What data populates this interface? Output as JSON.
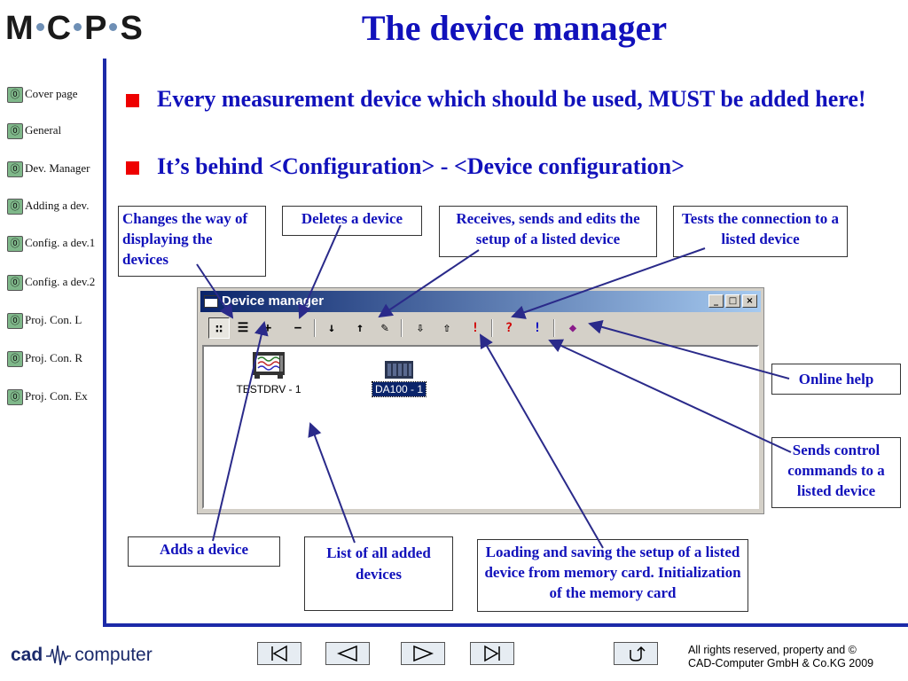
{
  "header": {
    "logo_parts": [
      "M",
      "C",
      "P",
      "S"
    ],
    "title": "The device manager"
  },
  "sidebar": {
    "items": [
      {
        "label": "Cover page"
      },
      {
        "label": "General"
      },
      {
        "label": "Dev. Manager"
      },
      {
        "label": "Adding a dev."
      },
      {
        "label": "Config. a dev.1"
      },
      {
        "label": "Config. a dev.2"
      },
      {
        "label": "Proj. Con. L"
      },
      {
        "label": "Proj. Con. R"
      },
      {
        "label": "Proj. Con. Ex"
      }
    ],
    "icon_glyph": "⓪"
  },
  "bullets": [
    {
      "text": "Every measurement device which should be used, MUST be added here!"
    },
    {
      "text": "It’s behind <Configuration> - <Device configuration>"
    }
  ],
  "callouts": {
    "display": "Changes the way of displaying the devices",
    "delete": "Deletes a device",
    "setup": "Receives, sends and edits the setup of a listed device",
    "test": "Tests the connection to a listed device",
    "help": "Online help",
    "control": "Sends control commands to a listed device",
    "add": "Adds a device",
    "list": "List of all added devices",
    "memory": "Loading and saving the setup of a listed device from memory card. Initialization of the memory card"
  },
  "device_manager": {
    "title": "Device manager",
    "window_buttons": {
      "minimize": "_",
      "maximize": "□",
      "close": "×"
    },
    "toolbar": [
      {
        "name": "view-toggle-icon",
        "glyph": "∷"
      },
      {
        "name": "list-view-icon",
        "glyph": "☰"
      },
      {
        "name": "add-device-icon",
        "glyph": "+"
      },
      {
        "name": "delete-device-icon",
        "glyph": "−"
      },
      {
        "name": "receive-setup-icon",
        "glyph": "↓"
      },
      {
        "name": "send-setup-icon",
        "glyph": "↑"
      },
      {
        "name": "edit-setup-icon",
        "glyph": "✎"
      },
      {
        "name": "load-memory-card-icon",
        "glyph": "⇩"
      },
      {
        "name": "save-memory-card-icon",
        "glyph": "⇧"
      },
      {
        "name": "init-memory-card-icon",
        "glyph": "!"
      },
      {
        "name": "test-connection-icon",
        "glyph": "?"
      },
      {
        "name": "control-commands-icon",
        "glyph": "!"
      },
      {
        "name": "online-help-icon",
        "glyph": "◆"
      }
    ],
    "devices": [
      {
        "label": "TESTDRV - 1",
        "selected": false
      },
      {
        "label": "DA100 - 1",
        "selected": true
      }
    ]
  },
  "footer": {
    "logo_left": "cad",
    "logo_right": "computer",
    "copyright_line1": "All rights reserved, property and ©",
    "copyright_line2": "CAD-Computer GmbH & Co.KG 2009"
  },
  "colors": {
    "title_blue": "#1111bb",
    "bullet_red": "#ee0000",
    "divider_blue": "#1c2aa8",
    "arrow_navy": "#2a2a8a"
  }
}
